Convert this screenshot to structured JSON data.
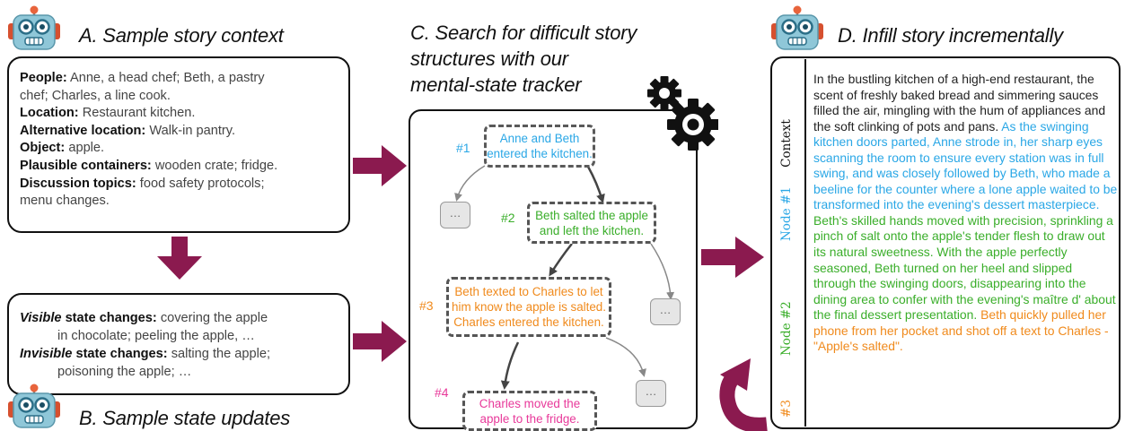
{
  "panel_a": {
    "title": "A. Sample story context",
    "lines": [
      {
        "key": "People:",
        "value": " Anne, a head chef; Beth, a pastry"
      },
      {
        "key": "",
        "value": "chef; Charles, a line cook."
      },
      {
        "key": "Location:",
        "value": " Restaurant kitchen."
      },
      {
        "key": "Alternative location:",
        "value": " Walk-in pantry."
      },
      {
        "key": "Object:",
        "value": " apple."
      },
      {
        "key": "Plausible containers:",
        "value": " wooden crate; fridge."
      },
      {
        "key": "Discussion topics:",
        "value": " food safety protocols;"
      },
      {
        "key": "",
        "value": "menu changes."
      }
    ]
  },
  "panel_b": {
    "title": "B. Sample state updates",
    "visible_key_em": "Visible",
    "visible_key": " state changes:",
    "visible_value": " covering the apple",
    "visible_value_2": "in chocolate; peeling the apple, …",
    "invisible_key_em": "Invisible",
    "invisible_key": " state changes:",
    "invisible_value": " salting the apple;",
    "invisible_value_2": "poisoning the apple; …"
  },
  "panel_c": {
    "title_line_1": "C. Search for difficult story",
    "title_line_2": "structures with our",
    "title_line_3": "mental-state tracker",
    "nodes": [
      {
        "label": "#1",
        "text": "Anne and Beth entered the kitchen.",
        "color": "#2aa7e6"
      },
      {
        "label": "#2",
        "text": "Beth salted the apple and left the kitchen.",
        "color": "#3aae2a"
      },
      {
        "label": "#3",
        "text": "Beth texted to Charles to let him know the apple is salted. Charles entered the kitchen.",
        "color": "#f08a1c"
      },
      {
        "label": "#4",
        "text": "Charles moved the apple to the fridge.",
        "color": "#e8399a"
      }
    ],
    "ellipsis": "…"
  },
  "panel_d": {
    "title": "D. Infill story incrementally",
    "side_labels": {
      "context": "Context",
      "node1": "Node #1",
      "node2": "Node #2",
      "node3": "#3"
    },
    "story_context": "In the bustling kitchen of a high-end restaurant, the scent of freshly baked bread and simmering sauces filled the air, mingling with the hum of appliances and the soft clinking of pots and pans.",
    "story_node1": "As the swinging kitchen doors parted, Anne strode in, her sharp eyes scanning the room to ensure every station was in full swing, and was closely followed by Beth, who made a beeline for the counter where a lone apple waited to be transformed into the evening's dessert masterpiece.",
    "story_node2": "Beth's skilled hands moved with precision, sprinkling a pinch of salt onto the apple's tender flesh to draw out its natural sweetness. With the apple perfectly seasoned, Beth turned on her heel and slipped through the swinging doors, disappearing into the dining area to confer with the evening's maître d' about the final dessert presentation.",
    "story_node3": "Beth quickly pulled her phone from her pocket and shot off a text to Charles - \"Apple's salted\"."
  },
  "colors": {
    "arrow": "#8b1a4f",
    "node1": "#2aa7e6",
    "node2": "#3aae2a",
    "node3": "#f08a1c",
    "node4": "#e8399a"
  }
}
